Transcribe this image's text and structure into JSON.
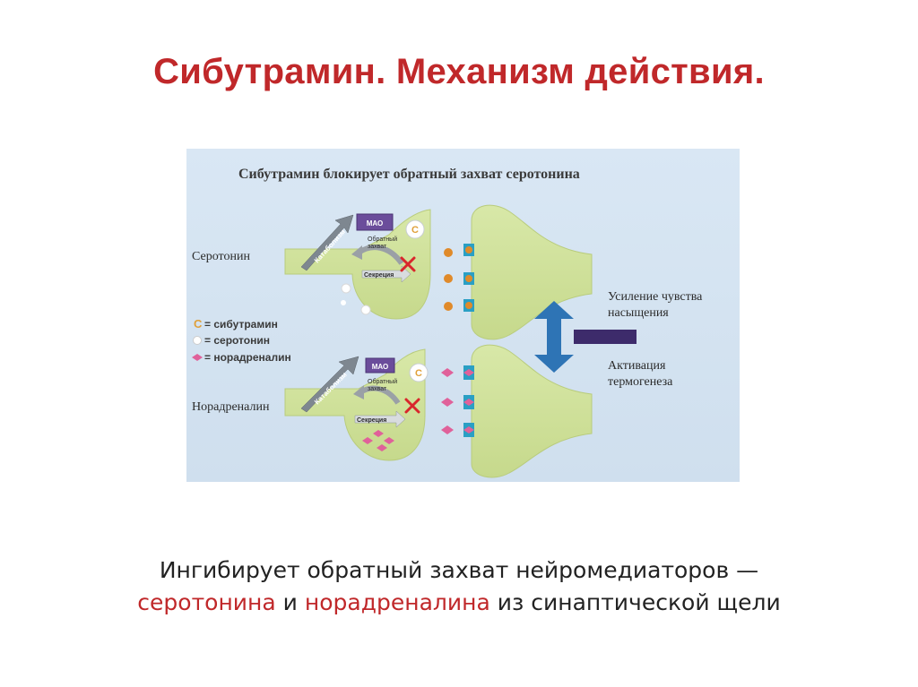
{
  "slide": {
    "title": "Сибутрамин. Механизм действия."
  },
  "diagram": {
    "title": "Сибутрамин блокирует обратный захват серотонина",
    "rows": [
      {
        "label": "Серотонин",
        "mao": "МАО",
        "catabolism": "Катаболизм",
        "reuptake": "Обратный захват",
        "secretion": "Секреция",
        "drug_marker": "С"
      },
      {
        "label": "Норадреналин",
        "mao": "МАО",
        "catabolism": "Катаболизм",
        "reuptake": "Обратный захват",
        "secretion": "Секреция",
        "drug_marker": "С"
      }
    ],
    "legend": [
      {
        "symbol": "С",
        "text": "= сибутрамин"
      },
      {
        "symbol": "",
        "text": "= серотонин"
      },
      {
        "symbol": "",
        "text": "= норадреналин"
      }
    ],
    "effects": {
      "top": "Усиление чувства насыщения",
      "bottom": "Активация термогенеза"
    },
    "colors": {
      "panel": "#d5e4f2",
      "cell": "#cfe09a",
      "mao": "#6b4d9b",
      "serotonin": "#e08a2a",
      "noradrenaline": "#e0619a",
      "receptor": "#2a9fc4",
      "arrow": "#2e74b5",
      "bar": "#3d2b6b",
      "block": "#d9262c"
    }
  },
  "caption": {
    "line1": "Ингибирует обратный захват нейромедиаторов —",
    "serotonin": "серотонина",
    "and": "и",
    "noradrenaline": "норадреналина",
    "tail": "из синаптической щели"
  }
}
